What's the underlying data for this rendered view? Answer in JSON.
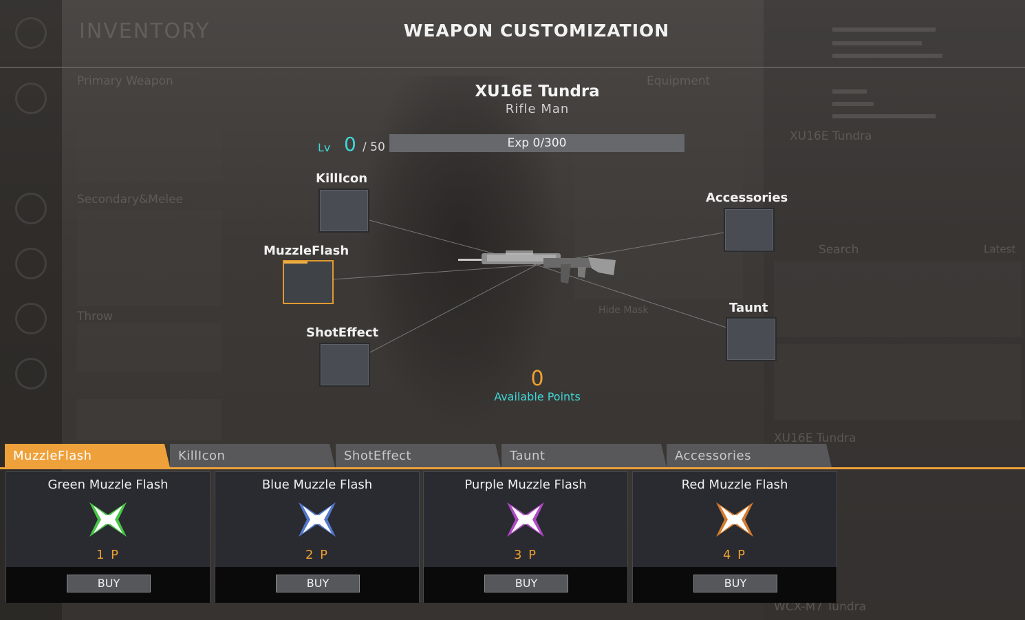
{
  "screen": {
    "title": "WEAPON CUSTOMIZATION"
  },
  "background": {
    "inventory_title": "INVENTORY",
    "primary_weapon": "Primary Weapon",
    "secondary_melee": "Secondary&Melee",
    "throw": "Throw",
    "equipment": "Equipment",
    "search": "Search",
    "latest": "Latest",
    "weapon_list_1": "XU16E Tundra",
    "weapon_list_2": "XU16E Tundra",
    "weapon_list_3": "WCX-M7 Tundra",
    "hide_mask": "Hide Mask"
  },
  "weapon": {
    "name": "XU16E Tundra",
    "class": "Rifle Man"
  },
  "level": {
    "label": "Lv",
    "value": "0",
    "max": "/ 50",
    "exp_text": "Exp 0/300",
    "exp_fraction": 0
  },
  "slots": {
    "killicon": "KillIcon",
    "muzzleflash": "MuzzleFlash",
    "shoteffect": "ShotEffect",
    "accessories": "Accessories",
    "taunt": "Taunt"
  },
  "points": {
    "value": "0",
    "label": "Available Points"
  },
  "tabs": [
    {
      "label": "MuzzleFlash",
      "active": true
    },
    {
      "label": "KillIcon",
      "active": false
    },
    {
      "label": "ShotEffect",
      "active": false
    },
    {
      "label": "Taunt",
      "active": false
    },
    {
      "label": "Accessories",
      "active": false
    }
  ],
  "items": [
    {
      "name": "Green Muzzle Flash",
      "price": "1 P",
      "buy": "BUY",
      "icon": "green-muzzle-flash-icon",
      "color": "#4fe04a"
    },
    {
      "name": "Blue Muzzle Flash",
      "price": "2 P",
      "buy": "BUY",
      "icon": "blue-muzzle-flash-icon",
      "color": "#5a86e8"
    },
    {
      "name": "Purple Muzzle Flash",
      "price": "3 P",
      "buy": "BUY",
      "icon": "purple-muzzle-flash-icon",
      "color": "#c84ee0"
    },
    {
      "name": "Red Muzzle Flash",
      "price": "4 P",
      "buy": "BUY",
      "icon": "red-muzzle-flash-icon",
      "color": "#f08a30"
    }
  ],
  "colors": {
    "accent": "#eea13a",
    "cyan": "#3fd8d8",
    "price": "#f0a030"
  }
}
